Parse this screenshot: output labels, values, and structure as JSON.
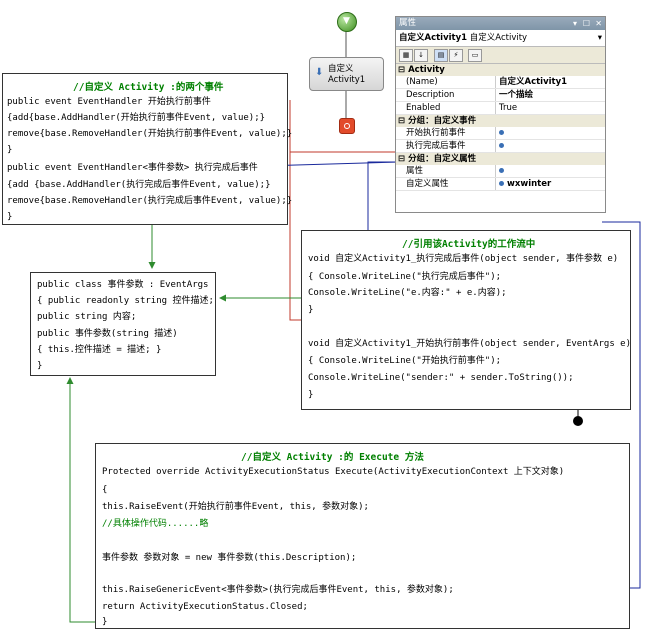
{
  "activity": {
    "name_line1": "自定义",
    "name_line2": "Activity1"
  },
  "panel": {
    "title": "属性",
    "title_controls": [
      "▾",
      "☐",
      "✕"
    ],
    "combo_name": "自定义Activity1",
    "combo_type": "自定义Activity",
    "categories": [
      {
        "label": "Activity",
        "rows": [
          {
            "name": "(Name)",
            "value": "自定义Activity1",
            "bold": true
          },
          {
            "name": "Description",
            "value": "一个描绘",
            "bold": true
          },
          {
            "name": "Enabled",
            "value": "True",
            "bold": false
          }
        ]
      },
      {
        "label": "分组：自定义事件",
        "rows": [
          {
            "name": "开始执行前事件",
            "value": ""
          },
          {
            "name": "执行完成后事件",
            "value": ""
          }
        ]
      },
      {
        "label": "分组：自定义属性",
        "rows": [
          {
            "name": "属性",
            "value": ""
          },
          {
            "name": "自定义属性",
            "value": "wxwinter"
          }
        ]
      }
    ]
  },
  "events_box": {
    "heading": "//自定义 Activity :的两个事件",
    "lines": [
      " public event EventHandler 开始执行前事件",
      " {add{base.AddHandler(开始执行前事件Event, value);}",
      "remove{base.RemoveHandler(开始执行前事件Event, value);}",
      " }",
      "public event EventHandler<事件参数> 执行完成后事件",
      "{add {base.AddHandler(执行完成后事件Event, value);}",
      "remove{base.RemoveHandler(执行完成后事件Event, value);}",
      "}"
    ]
  },
  "eventargs_box": {
    "lines": [
      "public class 事件参数 : EventArgs",
      "{  public readonly string 控件描述;",
      "   public string 内容;",
      "   public 事件参数(string 描述)",
      "    { this.控件描述 = 描述; }",
      "}"
    ]
  },
  "workflow_box": {
    "heading": "//引用该Activity的工作流中",
    "lines": [
      "void 自定义Activity1_执行完成后事件(object sender, 事件参数 e)",
      "{  Console.WriteLine(\"执行完成后事件\");",
      "   Console.WriteLine(\"e.内容:\" + e.内容);",
      "}",
      "",
      "void 自定义Activity1_开始执行前事件(object sender, EventArgs e)",
      " {  Console.WriteLine(\"开始执行前事件\");",
      "    Console.WriteLine(\"sender:\" + sender.ToString());",
      " }"
    ]
  },
  "execute_box": {
    "heading": "//自定义 Activity :的 Execute 方法",
    "lines": [
      "Protected override ActivityExecutionStatus Execute(ActivityExecutionContext 上下文对象)",
      "{",
      "",
      "        this.RaiseEvent(开始执行前事件Event, this, 参数对象);",
      "        //具体操作代码......略",
      "",
      "        事件参数 参数对象 = new 事件参数(this.Description);",
      "",
      "",
      "        this.RaiseGenericEvent<事件参数>(执行完成后事件Event, this, 参数对象);",
      "        return ActivityExecutionStatus.Closed;",
      "}"
    ]
  },
  "colors": {
    "green_wire": "#2e8b2e",
    "red_wire": "#c0392b",
    "blue_wire": "#1a2a9c",
    "comment": "#008000",
    "type": "#2b91af"
  }
}
